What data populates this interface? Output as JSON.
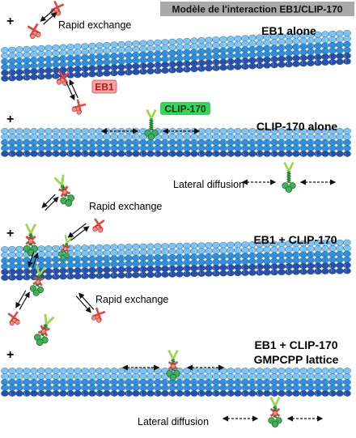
{
  "header": {
    "title": "Modèle de l'interaction EB1/CLIP-170"
  },
  "labels": {
    "plus": "+",
    "rapid_exchange": "Rapid exchange",
    "lateral_diffusion": "Lateral diffusion",
    "eb1_tag": "EB1",
    "clip_tag": "CLIP-170"
  },
  "panels": [
    {
      "id": "p1",
      "title": "EB1 alone"
    },
    {
      "id": "p2",
      "title": "CLIP-170 alone"
    },
    {
      "id": "p3",
      "title": "EB1 + CLIP-170"
    },
    {
      "id": "p4",
      "title_line1": "EB1 + CLIP-170",
      "title_line2": "GMPCPP lattice"
    }
  ],
  "colors": {
    "tubulin_blue": "#2f8fd8",
    "tubulin_dark": "#2a4fa8",
    "tubulin_light": "#7cc3f0",
    "eb1_red": "#e0453f",
    "clip_green": "#2e9a3f",
    "header_bg": "#a9a9a9",
    "eb1_tag_bg": "#f3a3a3",
    "clip_tag_bg": "#3ad15c"
  }
}
